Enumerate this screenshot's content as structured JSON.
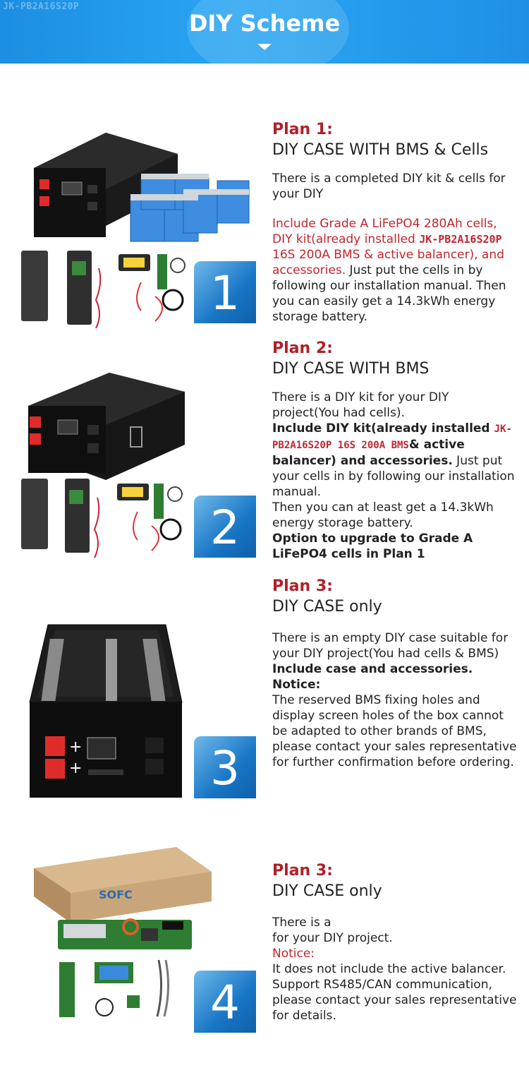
{
  "header": {
    "watermark": "JK-PB2A16S20P",
    "title": "DIY Scheme"
  },
  "plans": [
    {
      "number": "1",
      "plan": "Plan 1:",
      "subtitle": "DIY CASE WITH BMS & Cells",
      "intro": "There is a completed DIY kit & cells for your DIY",
      "red_text": "Include Grade A LiFePO4 280Ah cells, DIY kit(already installed ",
      "model": "JK-PB2A16S20P",
      "red_text2": " 16S 200A BMS & active balancer), and accessories.",
      "rest": " Just put the cells in by following our installation manual. Then you can easily get a 14.3kWh energy storage battery."
    },
    {
      "number": "2",
      "plan": "Plan 2:",
      "subtitle": "DIY CASE WITH BMS",
      "intro": "There is a DIY kit for your DIY project(You had cells).",
      "bold1": "Include DIY kit(already installed ",
      "model": "JK-PB2A16S20P 16S 200A BMS",
      "bold2": "& active balancer) and accessories.",
      "rest": " Just put your cells in by following our installation manual.",
      "line": "Then you can at least get a 14.3kWh energy storage battery.",
      "upgrade": "Option to upgrade to Grade A LiFePO4 cells in Plan 1"
    },
    {
      "number": "3",
      "plan": "Plan 3:",
      "subtitle": "DIY CASE only",
      "intro": "There is an empty DIY case suitable for your DIY project(You had cells & BMS)",
      "bold": "Include case and accessories.",
      "notice": "Notice:",
      "rest": "The reserved BMS fixing holes and display screen holes of the box cannot be adapted to other brands of BMS, please contact your sales representative for further confirmation before ordering."
    },
    {
      "number": "4",
      "plan": "Plan 3:",
      "subtitle": "DIY CASE only",
      "intro1": "There is a",
      "intro2": "for your DIY project.",
      "notice": "Notice:",
      "rest1": "It does not include the active balancer.",
      "rest2": "Support RS485/CAN communication, please contact your sales representative for details.",
      "box_logo": "SOFC"
    }
  ],
  "colors": {
    "header_blue": "#2196ea",
    "plan_red": "#b0202a",
    "model_red": "#c2262f",
    "badge_blue": "#1876c6"
  }
}
